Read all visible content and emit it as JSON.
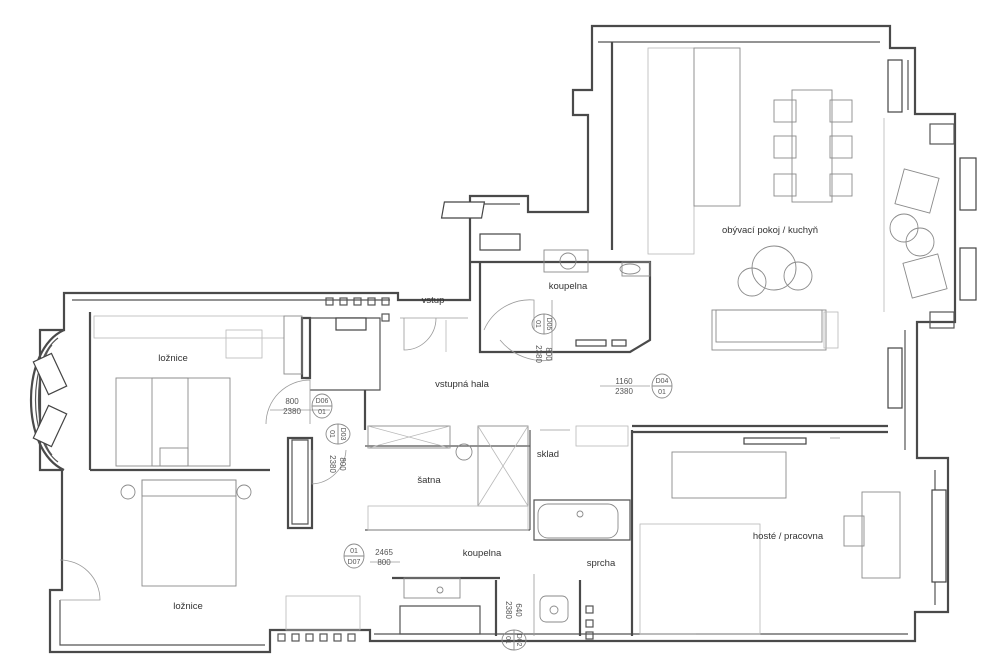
{
  "rooms": {
    "living_kitchen": "obývací pokoj / kuchyň",
    "bathroom_top": "koupelna",
    "entrance": "vstup",
    "entrance_hall": "vstupná hala",
    "bedroom_top": "ložnice",
    "bedroom_bottom": "ložnice",
    "wardrobe": "šatna",
    "storage": "sklad",
    "guest_study": "hosté / pracovna",
    "bathroom_bottom": "koupelna",
    "shower": "sprcha"
  },
  "doors": {
    "d04": {
      "tag": "D04",
      "num": "01",
      "width": "1160",
      "height": "2380"
    },
    "d06": {
      "tag": "D06",
      "num": "01",
      "width": "800",
      "height": "2380"
    },
    "d07": {
      "tag": "D07",
      "num": "01",
      "width": "2465",
      "height": "800"
    },
    "d_bath_top": {
      "tag": "D05",
      "num": "01",
      "width": "800",
      "height": "2380"
    },
    "d_wardrobe": {
      "tag": "D03",
      "num": "01",
      "width": "800",
      "height": "2380"
    },
    "d_bath_bottom": {
      "tag": "D02",
      "num": "01",
      "width": "640",
      "height": "2380"
    }
  }
}
